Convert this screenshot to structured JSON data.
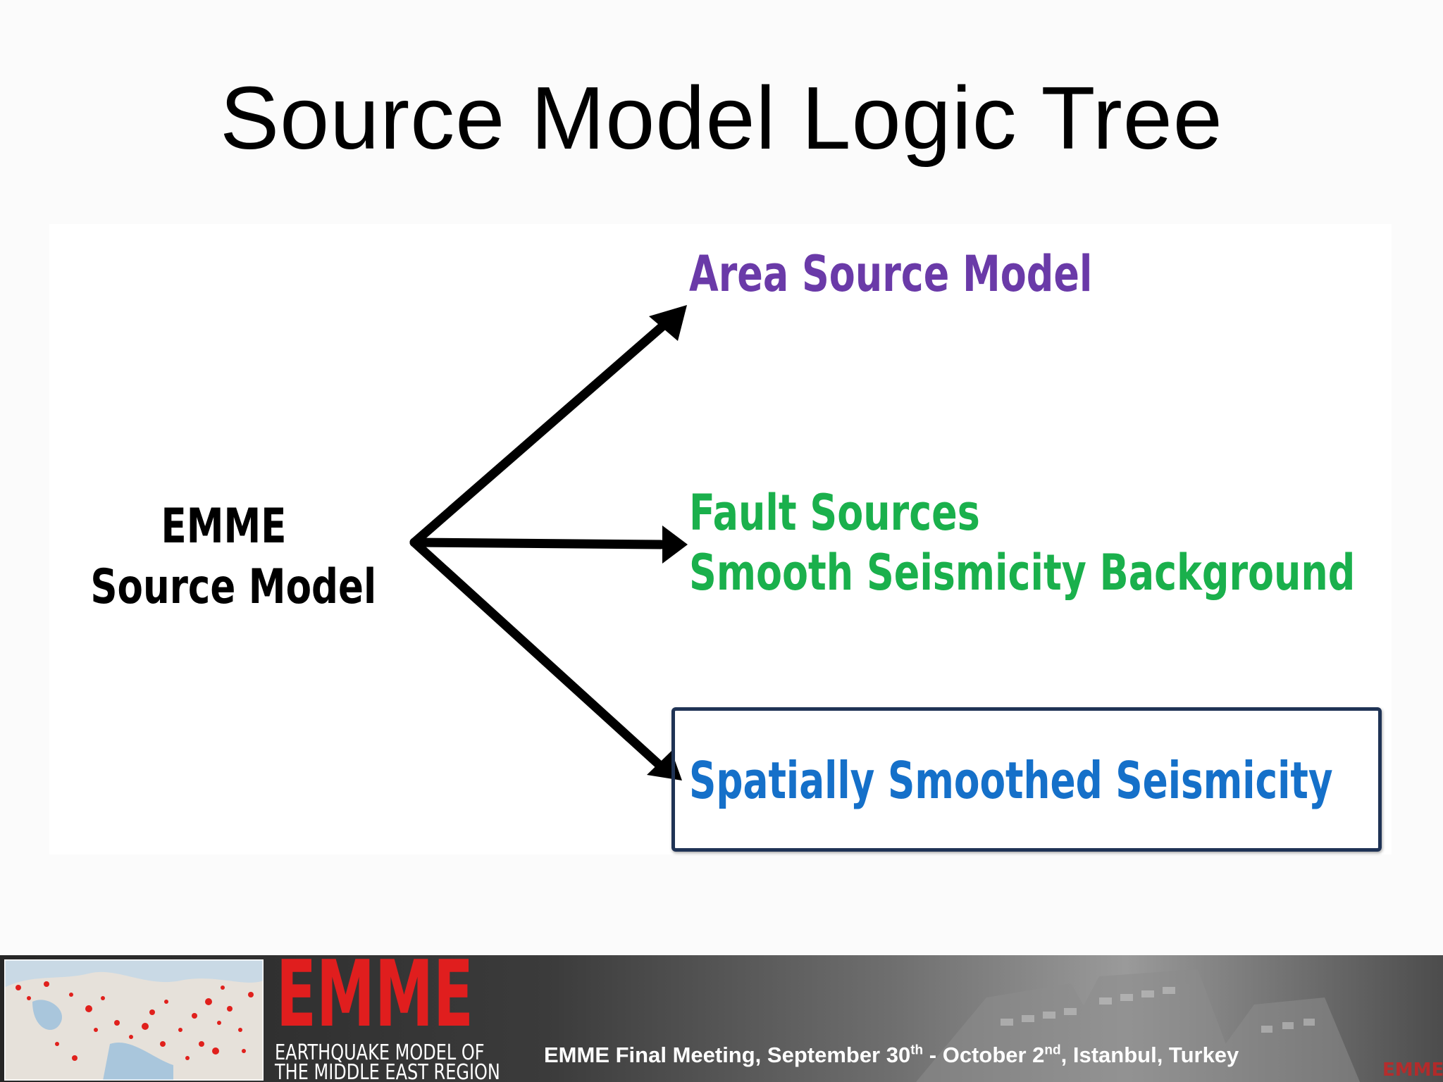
{
  "slide": {
    "title": "Source Model Logic Tree"
  },
  "diagram": {
    "root": {
      "line1": "EMME",
      "line2": "Source Model"
    },
    "branches": {
      "area": "Area Source Model",
      "fault_line1": "Fault Sources",
      "fault_line2": "Smooth Seismicity Background",
      "smoothed": "Spatially Smoothed Seismicity"
    },
    "colors": {
      "area": "#6a3aa8",
      "fault": "#1ab04c",
      "smoothed": "#1570c9",
      "highlight_border": "#1f3355"
    }
  },
  "footer": {
    "logo_text": "EMME",
    "logo_sub_line1": "EARTHQUAKE MODEL OF",
    "logo_sub_line2": "THE MIDDLE EAST REGION",
    "meeting_prefix": "EMME Final Meeting, September 30",
    "meeting_sup1": "th",
    "meeting_mid": " - October 2",
    "meeting_sup2": "nd",
    "meeting_suffix": ", Istanbul, Turkey",
    "corner_logo": "EMME"
  }
}
